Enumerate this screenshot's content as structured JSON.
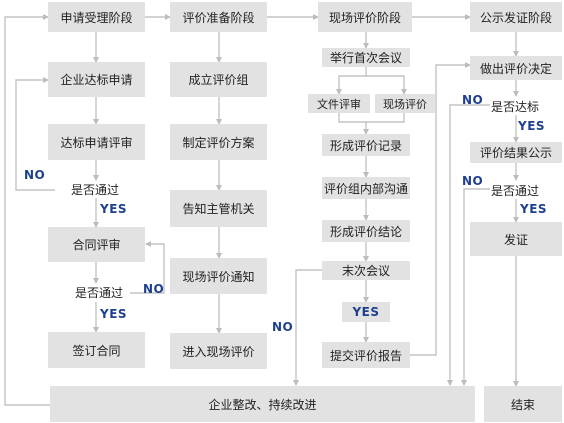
{
  "phases": {
    "application": "申请受理阶段",
    "preparation": "评价准备阶段",
    "onsite": "现场评价阶段",
    "publication": "公示发证阶段"
  },
  "column1": {
    "apply": "企业达标申请",
    "review": "达标申请评审",
    "check_pass": "是否通过",
    "contract_review": "合同评审",
    "contract_pass": "是否通过",
    "sign_contract": "签订合同"
  },
  "column2": {
    "form_group": "成立评价组",
    "make_plan": "制定评价方案",
    "notify_authority": "告知主管机关",
    "onsite_notice": "现场评价通知",
    "enter_onsite": "进入现场评价"
  },
  "column3": {
    "first_meeting": "举行首次会议",
    "doc_review": "文件评审",
    "site_review": "现场评价",
    "record": "形成评价记录",
    "internal_comm": "评价组内部沟通",
    "conclusion": "形成评价结论",
    "final_meeting": "末次会议",
    "submit_report": "提交评价报告"
  },
  "column4": {
    "decision": "做出评价决定",
    "meets_standard": "是否达标",
    "publicize": "评价结果公示",
    "pass_check": "是否通过",
    "certify": "发证"
  },
  "bottom": {
    "rectify": "企业整改、持续改进",
    "end": "结束"
  },
  "labels": {
    "yes": "YES",
    "no": "NO"
  }
}
